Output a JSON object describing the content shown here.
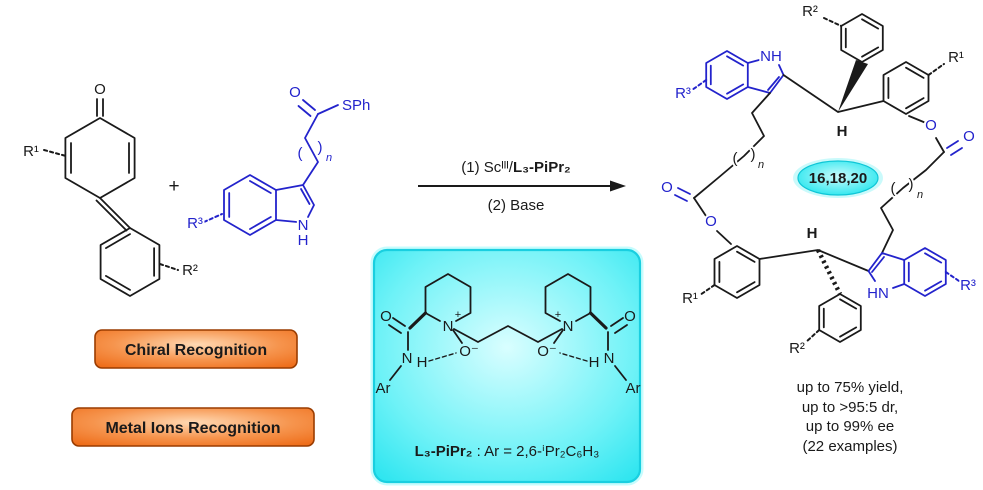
{
  "colors": {
    "blue": "#2323cc",
    "cyan_box": "#2fe3ee",
    "badge_orange": "#ef7a28"
  },
  "atoms": {
    "o": "O",
    "n": "N",
    "h": "H",
    "plus": "+",
    "ominus": "O⁻",
    "ar": "Ar",
    "nh": "NH",
    "hn": "HN",
    "sph": "SPh",
    "r1": "R¹",
    "r2": "R²",
    "r3": "R³",
    "sub_n": "n",
    "lparen": "(",
    "rparen": ")"
  },
  "reaction": {
    "plus": "+",
    "step1_prefix": "(1) Scᴵᴵᴵ/",
    "step1_ligand": "L₃-PiPr₂",
    "step2": "(2) Base"
  },
  "ligand": {
    "caption_bold": "L₃-PiPr₂",
    "caption_rest": " : Ar = 2,6-ⁱPr₂C₆H₃"
  },
  "badges": {
    "chiral": "Chiral Recognition",
    "metal": "Metal Ions Recognition"
  },
  "product": {
    "ring_numbers": "16,18,20",
    "results": [
      "up to 75% yield,",
      "up to >95:5 dr,",
      "up to 99% ee",
      "(22 examples)"
    ]
  }
}
